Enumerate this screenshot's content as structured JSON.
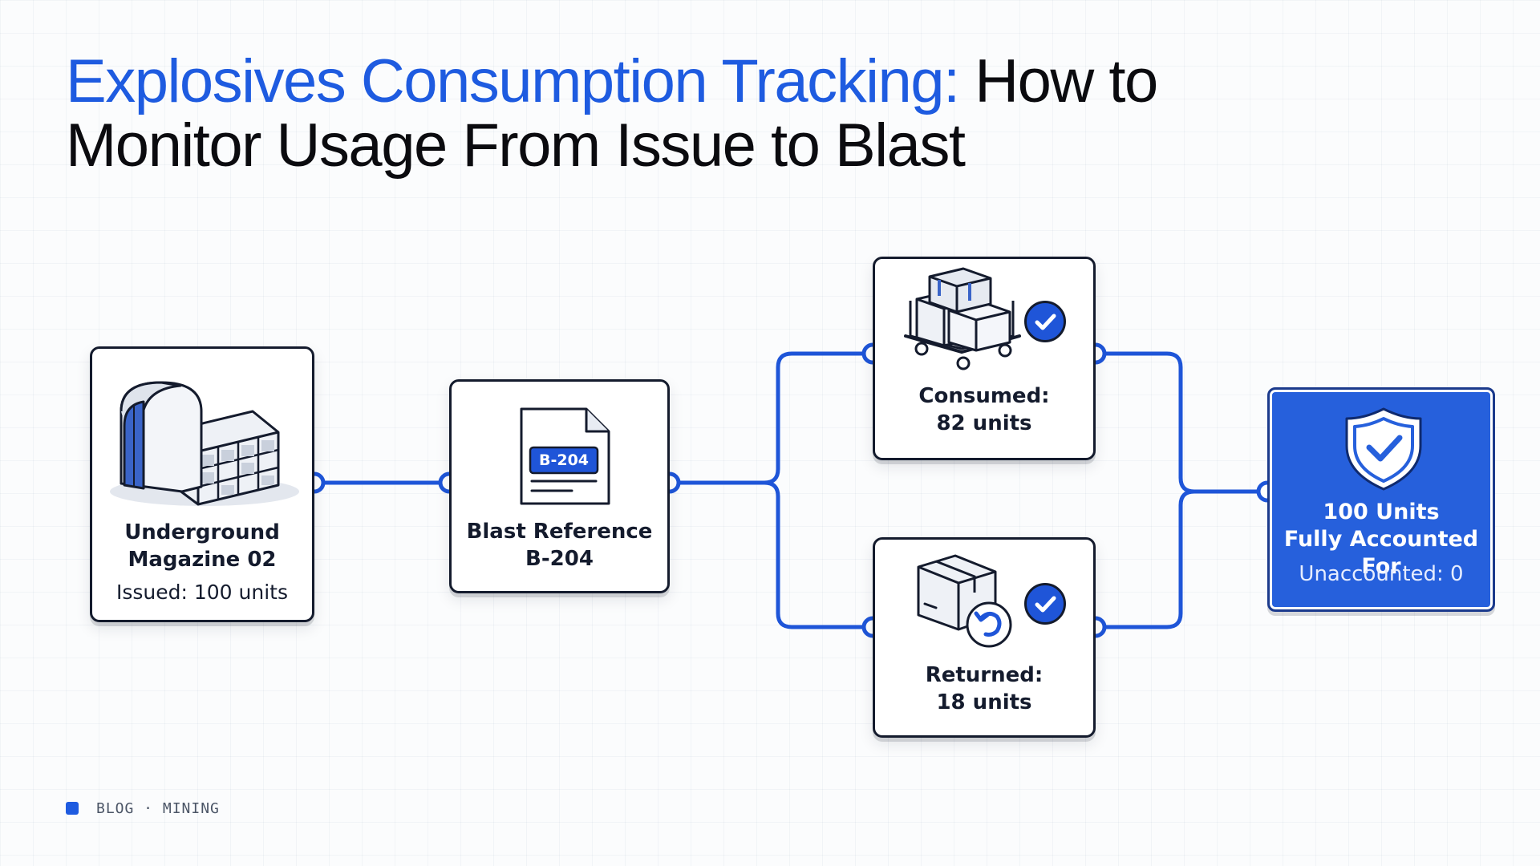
{
  "title": {
    "highlight": "Explosives Consumption Tracking:",
    "rest": " How to Monitor Usage From Issue to Blast"
  },
  "nodes": {
    "magazine": {
      "label": "Underground\nMagazine 02",
      "sub": "Issued: 100 units",
      "icon": "underground-magazine-icon"
    },
    "blast": {
      "label": "Blast Reference\nB-204",
      "doc_tag": "B-204",
      "icon": "document-icon"
    },
    "consumed": {
      "label": "Consumed:\n82 units",
      "icon": "cart-boxes-icon",
      "status": "check-icon"
    },
    "returned": {
      "label": "Returned:\n18 units",
      "icon": "return-box-icon",
      "status": "check-icon"
    },
    "total": {
      "label": "100 Units\nFully Accounted For",
      "sub": "Unaccounted: 0",
      "icon": "shield-check-icon"
    }
  },
  "footer": {
    "text": "BLOG · MINING"
  },
  "colors": {
    "accent": "#1e5be0",
    "ink": "#141b2d",
    "total_bg": "#2660dc"
  }
}
